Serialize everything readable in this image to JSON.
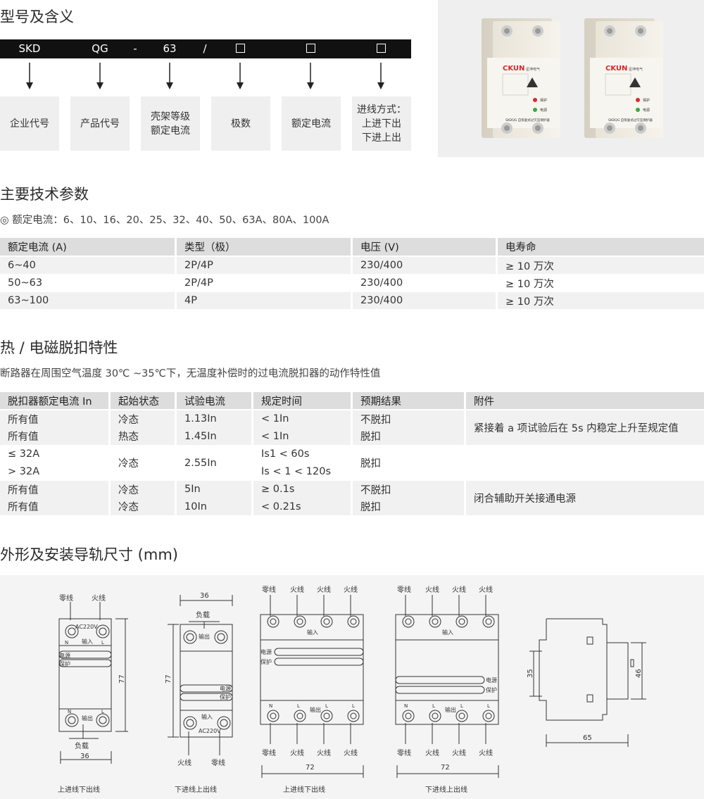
{
  "section1": {
    "title": "型号及含义",
    "model_codes": [
      "SKD",
      "QG",
      "-",
      "63",
      "/",
      "",
      "",
      ""
    ],
    "meanings": [
      "企业代号",
      "产品代号",
      "壳架等级\n额定电流",
      "极数",
      "额定电流",
      "进线方式：\n上进下出\n下进上出"
    ]
  },
  "product_photo": {
    "brand": "CKUN",
    "brand_cn": "星坤电气",
    "model_label": "SKDQG 自恢复式过欠压保护器",
    "indicator_protect": "保护",
    "indicator_power": "电源"
  },
  "section2": {
    "title": "主要技术参数",
    "rated_current_note": "◎ 额定电流：6、10、16、20、25、32、40、50、63A、80A、100A",
    "headers": [
      "额定电流 (A)",
      "类型（极）",
      "电压 (V)",
      "电寿命"
    ],
    "rows": [
      [
        "6~40",
        "2P/4P",
        "230/400",
        "≥ 10 万次"
      ],
      [
        "50~63",
        "2P/4P",
        "230/400",
        "≥ 10 万次"
      ],
      [
        "63~100",
        "4P",
        "230/400",
        "≥ 10 万次"
      ]
    ]
  },
  "section3": {
    "title": "热 / 电磁脱扣特性",
    "subtitle": "断路器在周围空气温度 30℃ ~35℃下，无温度补偿时的过电流脱扣器的动作特性值",
    "headers": [
      "脱扣器额定电流 In",
      "起始状态",
      "试验电流",
      "规定时间",
      "预期结果",
      "附件"
    ],
    "rows": [
      [
        "所有值",
        "冷态",
        "1.13In",
        "< 1In",
        "不脱扣"
      ],
      [
        "所有值",
        "热态",
        "1.45In",
        "< 1In",
        "脱扣"
      ],
      [
        "≤ 32A",
        "",
        "",
        "Is1 < 60s",
        ""
      ],
      [
        "> 32A",
        "冷态",
        "2.55In",
        "Is < 1 < 120s",
        "脱扣"
      ],
      [
        "所有值",
        "冷态",
        "5In",
        "≥ 0.1s",
        "不脱扣"
      ],
      [
        "所有值",
        "冷态",
        "10In",
        "< 0.21s",
        "脱扣"
      ]
    ],
    "note_a": "紧接着 a 项试验后在 5s 内稳定上升至规定值",
    "note_b": "闭合辅助开关接通电源"
  },
  "section4": {
    "title": "外形及安装导轨尺寸 (mm)",
    "labels": {
      "neutral": "零线",
      "live": "火线",
      "input": "输入",
      "output": "输出",
      "load": "负载",
      "power": "电源",
      "protect": "保护",
      "ac": "AC220V",
      "n": "N",
      "l": "L"
    },
    "dims": {
      "w36": "36",
      "h77": "77",
      "w72": "72",
      "w65": "65",
      "h35": "35",
      "h46": "46"
    },
    "captions": [
      "上进线下出线",
      "下进线上出线",
      "上进线下出线",
      "下进线上出线"
    ]
  }
}
